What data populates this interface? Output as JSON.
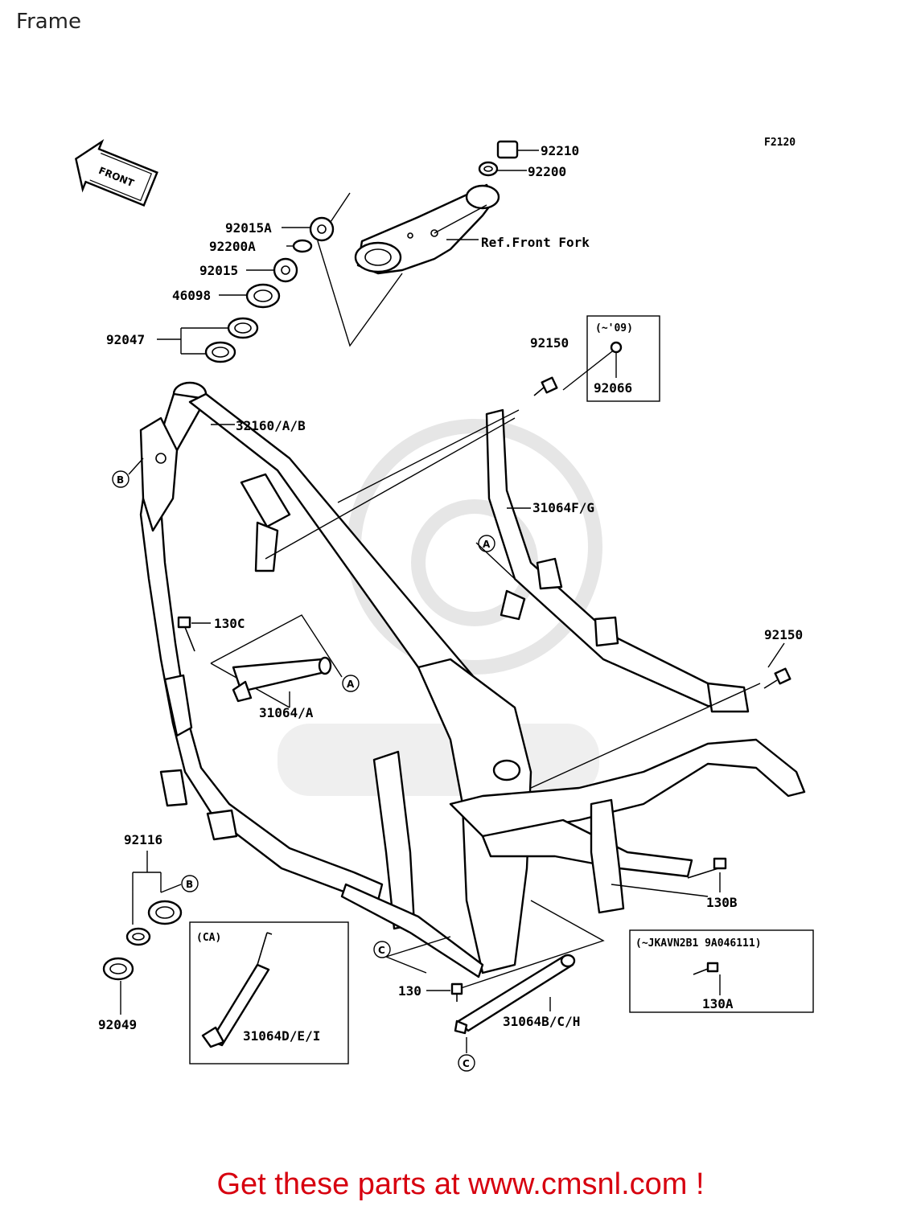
{
  "page": {
    "title": "Frame",
    "diagram_code": "F2120"
  },
  "front_arrow": {
    "label": "FRONT"
  },
  "parts": [
    {
      "id": "p-92210",
      "number": "92210"
    },
    {
      "id": "p-92200",
      "number": "92200"
    },
    {
      "id": "p-92015A",
      "number": "92015A"
    },
    {
      "id": "p-92200A",
      "number": "92200A"
    },
    {
      "id": "p-92015",
      "number": "92015"
    },
    {
      "id": "p-46098",
      "number": "46098"
    },
    {
      "id": "p-92047",
      "number": "92047"
    },
    {
      "id": "p-32160",
      "number": "32160/A/B"
    },
    {
      "id": "p-92150-top",
      "number": "92150"
    },
    {
      "id": "p-92066",
      "number": "92066"
    },
    {
      "id": "p-31064FG",
      "number": "31064F/G"
    },
    {
      "id": "p-92150-right",
      "number": "92150"
    },
    {
      "id": "p-130C",
      "number": "130C"
    },
    {
      "id": "p-31064A",
      "number": "31064/A"
    },
    {
      "id": "p-92116",
      "number": "92116"
    },
    {
      "id": "p-92049",
      "number": "92049"
    },
    {
      "id": "p-31064DEI",
      "number": "31064D/E/I"
    },
    {
      "id": "p-130",
      "number": "130"
    },
    {
      "id": "p-31064BCH",
      "number": "31064B/C/H"
    },
    {
      "id": "p-130B",
      "number": "130B"
    },
    {
      "id": "p-130A",
      "number": "130A"
    }
  ],
  "references": {
    "front_fork": "Ref.Front Fork"
  },
  "boxes": {
    "year_box": "(~'09)",
    "ca_box": "(CA)",
    "vin_box": "(~JKAVN2B1 9A046111)"
  },
  "callouts": {
    "a": "A",
    "b": "B",
    "c": "C"
  },
  "footer": {
    "text": "Get these parts at www.cmsnl.com !"
  }
}
